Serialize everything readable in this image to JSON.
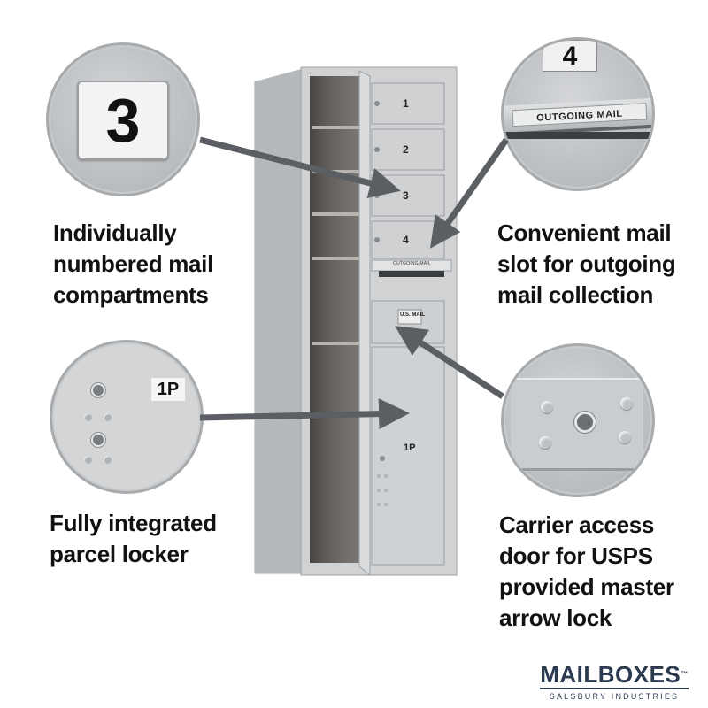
{
  "callouts": {
    "compartments": {
      "zoom_label": "3",
      "lines": [
        "Individually",
        "numbered mail",
        "compartments"
      ]
    },
    "outgoing": {
      "zoom_label_number": "4",
      "zoom_label_plate": "OUTGOING MAIL",
      "lines": [
        "Convenient mail",
        "slot for outgoing",
        "mail collection"
      ]
    },
    "parcel": {
      "zoom_label": "1P",
      "lines": [
        "Fully integrated",
        "parcel locker"
      ]
    },
    "carrier": {
      "lines": [
        "Carrier access",
        "door for USPS",
        "provided master",
        "arrow lock"
      ]
    }
  },
  "mailbox": {
    "door_numbers": [
      "1",
      "2",
      "3",
      "4"
    ],
    "slot_plate": "OUTGOING MAIL",
    "carrier_plate": "U.S. MAIL",
    "parcel_label": "1P"
  },
  "brand": {
    "name": "MAILBOXES",
    "tagline": "SALSBURY INDUSTRIES",
    "mark": "™"
  },
  "colors": {
    "aluminum": "#c4c7ca",
    "arrow": "#5b5e62",
    "logo": "#2a3a4f"
  }
}
